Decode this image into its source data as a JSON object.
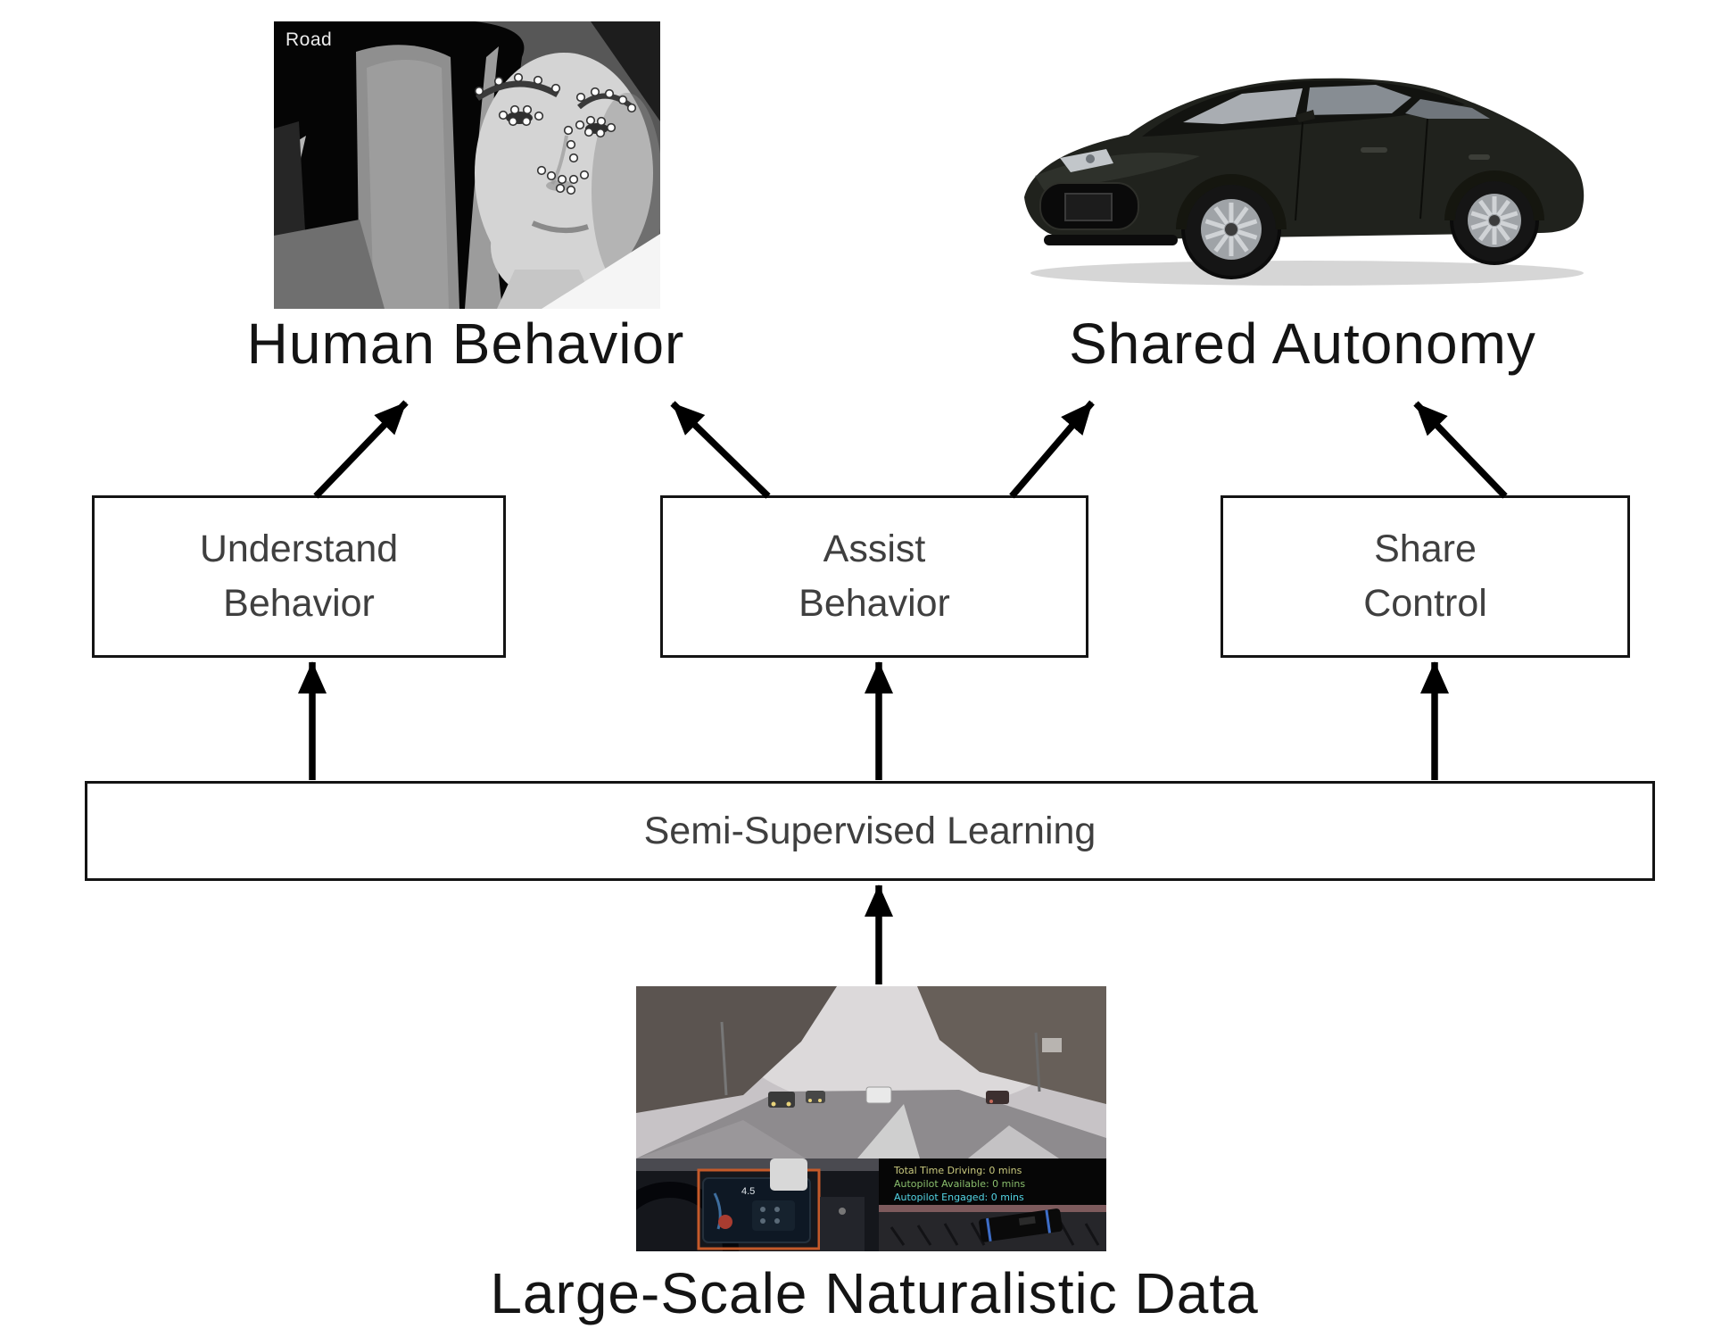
{
  "diagram": {
    "nodes": {
      "human_behavior": "Human Behavior",
      "shared_autonomy": "Shared Autonomy",
      "understand_behavior": {
        "line1": "Understand",
        "line2": "Behavior"
      },
      "assist_behavior": {
        "line1": "Assist",
        "line2": "Behavior"
      },
      "share_control": {
        "line1": "Share",
        "line2": "Control"
      },
      "semi_supervised": "Semi-Supervised Learning",
      "large_scale_data": "Large-Scale Naturalistic Data"
    },
    "edges": [
      "large_scale_data -> semi_supervised",
      "semi_supervised -> understand_behavior",
      "semi_supervised -> assist_behavior",
      "semi_supervised -> share_control",
      "understand_behavior -> human_behavior",
      "assist_behavior -> human_behavior",
      "assist_behavior -> shared_autonomy",
      "share_control -> shared_autonomy"
    ],
    "colors": {
      "background": "#ffffff",
      "box_border": "#141414",
      "box_text": "#3f3f3f",
      "label_text": "#141414",
      "arrow": "#000000",
      "bounding_box_orange": "#c55a2a"
    }
  },
  "driver_image": {
    "overlay_label": "Road"
  },
  "data_image": {
    "cluster_value": "4.5",
    "telemetry": [
      {
        "label": "Total Time Driving: 0 mins",
        "color": "#c9c97e"
      },
      {
        "label": "Autopilot Available: 0 mins",
        "color": "#8abf6d"
      },
      {
        "label": "Autopilot Engaged: 0 mins",
        "color": "#53d4e4"
      }
    ]
  }
}
